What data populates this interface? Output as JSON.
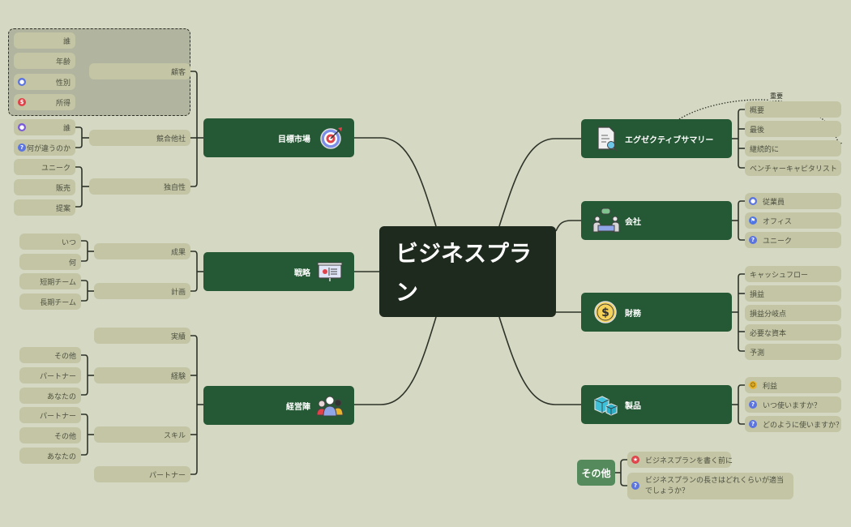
{
  "center": {
    "title": "ビジネスプラン"
  },
  "left_topics": [
    {
      "label": "目標市場",
      "icon": "target-icon",
      "subtopics": [
        {
          "label": "顧客",
          "children": [
            {
              "label": "誰",
              "icon": null
            },
            {
              "label": "年齢",
              "icon": null
            },
            {
              "label": "性別",
              "icon": "person-icon"
            },
            {
              "label": "所得",
              "icon": "dollar-icon"
            }
          ]
        },
        {
          "label": "競合他社",
          "children": [
            {
              "label": "誰",
              "icon": "person-icon"
            },
            {
              "label": "何が違うのか",
              "icon": "question-icon"
            }
          ]
        },
        {
          "label": "独自性",
          "children": [
            {
              "label": "ユニーク",
              "icon": null
            },
            {
              "label": "販売",
              "icon": null
            },
            {
              "label": "提案",
              "icon": null
            }
          ]
        }
      ]
    },
    {
      "label": "戦略",
      "icon": "presentation-board-icon",
      "subtopics": [
        {
          "label": "成果",
          "children": [
            {
              "label": "いつ"
            },
            {
              "label": "何"
            }
          ]
        },
        {
          "label": "計画",
          "children": [
            {
              "label": "短期チーム"
            },
            {
              "label": "長期チーム"
            }
          ]
        }
      ]
    },
    {
      "label": "経営陣",
      "icon": "team-icon",
      "subtopics": [
        {
          "label": "実績",
          "children": []
        },
        {
          "label": "経験",
          "children": [
            {
              "label": "その他"
            },
            {
              "label": "パートナー"
            },
            {
              "label": "あなたの"
            }
          ]
        },
        {
          "label": "スキル",
          "children": [
            {
              "label": "パートナー"
            },
            {
              "label": "その他"
            },
            {
              "label": "あなたの"
            }
          ]
        },
        {
          "label": "パートナー",
          "children": []
        }
      ]
    }
  ],
  "right_topics": [
    {
      "label": "エグゼクティブサマリー",
      "icon": "document-search-icon",
      "children": [
        {
          "label": "概要",
          "icon": null
        },
        {
          "label": "最後",
          "icon": null
        },
        {
          "label": "継続的に",
          "icon": null
        },
        {
          "label": "ベンチャーキャピタリスト",
          "icon": null
        }
      ],
      "relationship": {
        "label": "重要",
        "from": "エグゼクティブサマリー",
        "to": "継続的に"
      }
    },
    {
      "label": "会社",
      "icon": "meeting-icon",
      "children": [
        {
          "label": "従業員",
          "icon": "person-icon"
        },
        {
          "label": "オフィス",
          "icon": "flag-icon"
        },
        {
          "label": "ユニーク",
          "icon": "question-icon"
        }
      ]
    },
    {
      "label": "財務",
      "icon": "coin-dollar-icon",
      "children": [
        {
          "label": "キャッシュフロー",
          "icon": null
        },
        {
          "label": "損益",
          "icon": null
        },
        {
          "label": "損益分岐点",
          "icon": null
        },
        {
          "label": "必要な資本",
          "icon": null
        },
        {
          "label": "予測",
          "icon": null
        }
      ]
    },
    {
      "label": "製品",
      "icon": "cubes-icon",
      "children": [
        {
          "label": "利益",
          "icon": "smiley-icon"
        },
        {
          "label": "いつ使いますか？",
          "icon": "question-icon"
        },
        {
          "label": "どのように使いますか？",
          "icon": "question-icon"
        }
      ]
    }
  ],
  "floating_topic": {
    "label": "その他",
    "children": [
      {
        "label": "ビジネスプランを書く前に",
        "icon": "star-icon"
      },
      {
        "label": "ビジネスプランの長さはどれくらいが適当でしょうか？",
        "icon": "question-icon"
      }
    ]
  },
  "colors": {
    "background": "#d5d8c3",
    "center": "#1f2a1e",
    "main_topic": "#255834",
    "floating_topic": "#558a5c",
    "leaf": "#c3c5a5",
    "group_box": "#b1b49e",
    "line": "#2d3328"
  }
}
